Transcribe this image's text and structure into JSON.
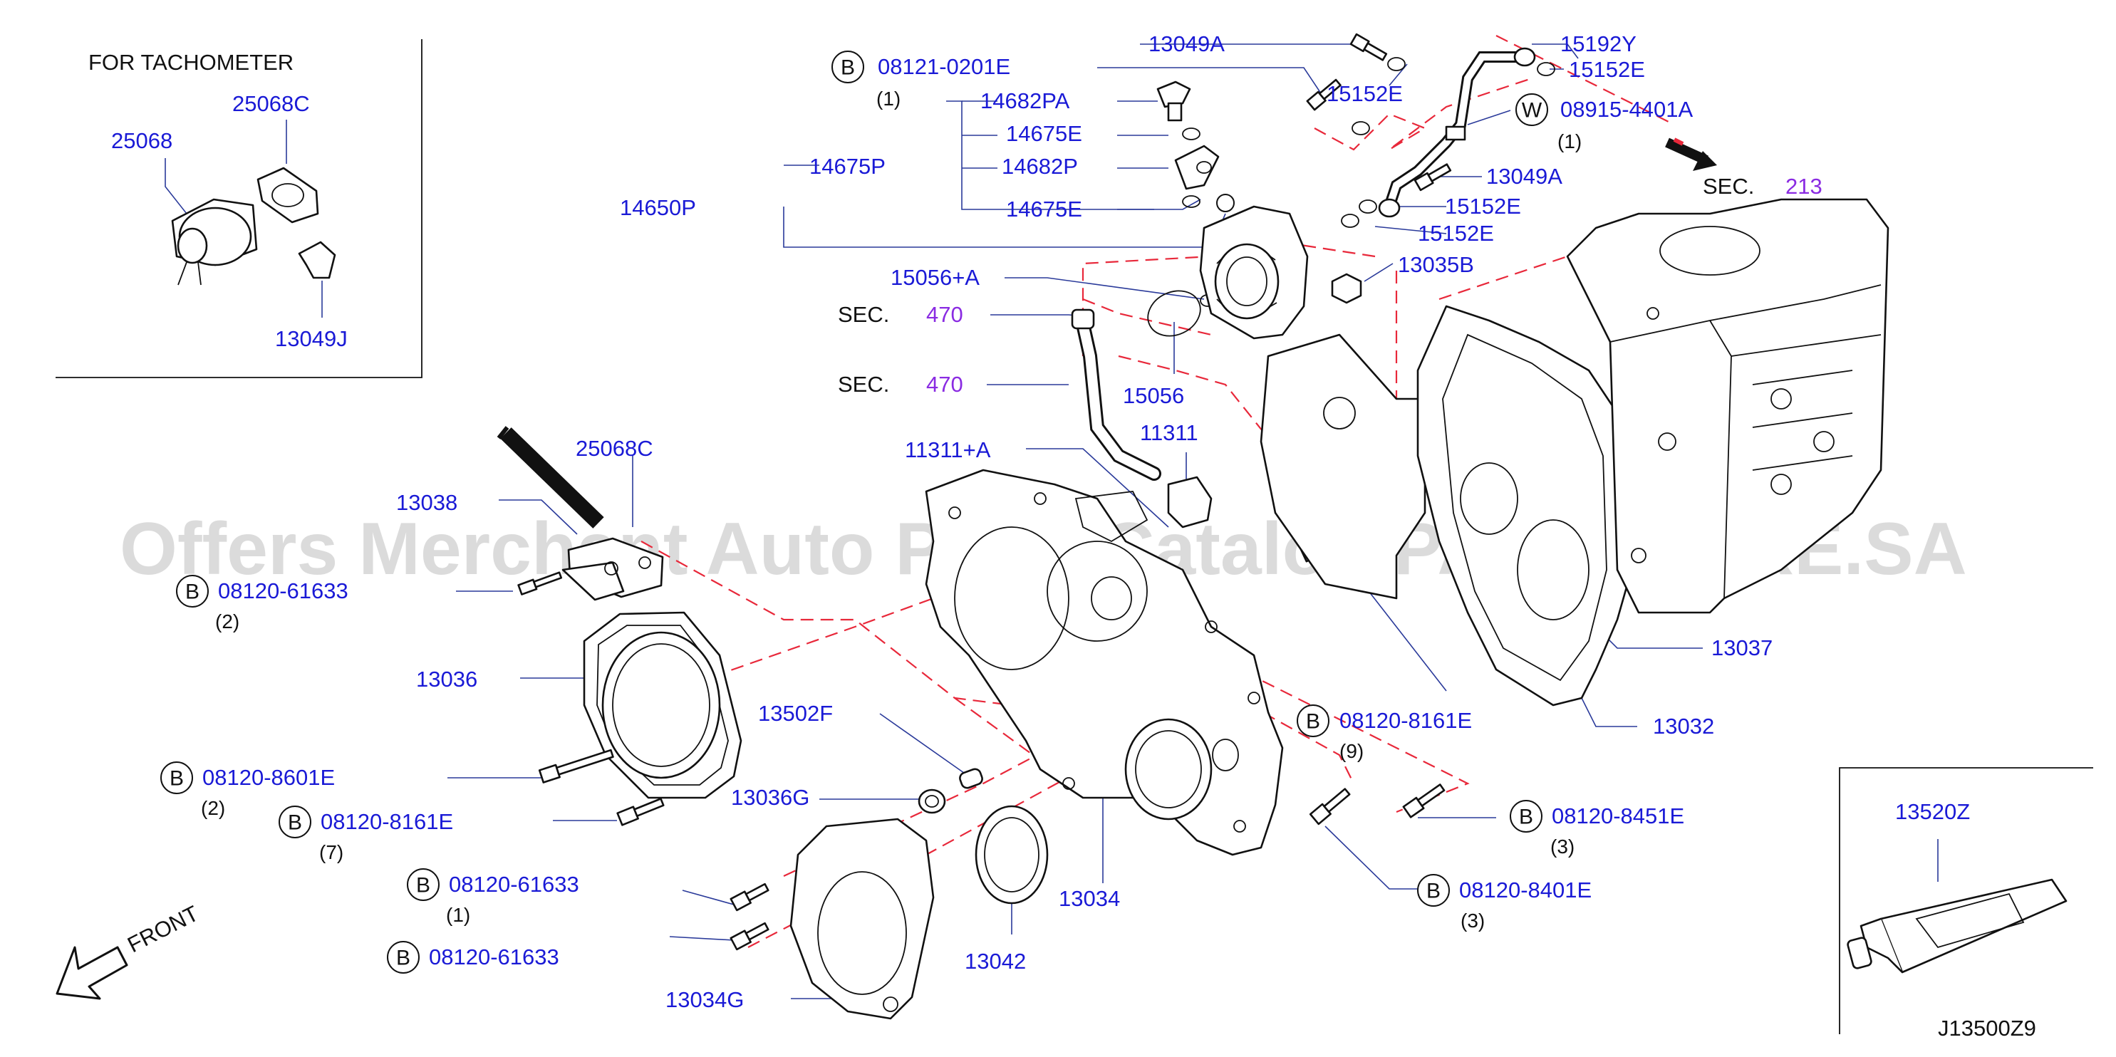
{
  "diagram": {
    "inset_tacho_title": "FOR  TACHOMETER",
    "watermark": "Offers Merchant Auto Parts Catalog PARTSTORE.SA",
    "diagram_id": "J13500Z9",
    "front_label": "FRONT",
    "sec_label": "SEC.",
    "parts": {
      "p25068": "25068",
      "p25068C_a": "25068C",
      "p13049J": "13049J",
      "p25068C_b": "25068C",
      "p13038": "13038",
      "p13036": "13036",
      "p13502F": "13502F",
      "p13036G": "13036G",
      "p13034G": "13034G",
      "p13042": "13042",
      "p13034": "13034",
      "p11311A": "11311+A",
      "p11311": "11311",
      "p15056A": "15056+A",
      "p15056": "15056",
      "p14650P": "14650P",
      "p14675P": "14675P",
      "p14682PA": "14682PA",
      "p14675E_a": "14675E",
      "p14682P": "14682P",
      "p14675E_b": "14675E",
      "p13049A_a": "13049A",
      "p15192Y": "15192Y",
      "p15152E_a": "15152E",
      "p15152E_b": "15152E",
      "p13049A_b": "13049A",
      "p15152E_c": "15152E",
      "p15152E_d": "15152E",
      "p13035B": "13035B",
      "p13037": "13037",
      "p13032": "13032",
      "p13520Z": "13520Z"
    },
    "secs": {
      "s470_a": "470",
      "s470_b": "470",
      "s213": "213"
    },
    "callouts": {
      "c08121": {
        "symbol": "B",
        "part": "08121-0201E",
        "qty": "(1)"
      },
      "c08915": {
        "symbol": "W",
        "part": "08915-4401A",
        "qty": "(1)"
      },
      "c61633_a": {
        "symbol": "B",
        "part": "08120-61633",
        "qty": "(2)"
      },
      "c8601E": {
        "symbol": "B",
        "part": "08120-8601E",
        "qty": "(2)"
      },
      "c8161E_a": {
        "symbol": "B",
        "part": "08120-8161E",
        "qty": "(7)"
      },
      "c61633_b": {
        "symbol": "B",
        "part": "08120-61633",
        "qty": "(1)"
      },
      "c61633_c": {
        "symbol": "B",
        "part": "08120-61633"
      },
      "c8161E_b": {
        "symbol": "B",
        "part": "08120-8161E",
        "qty": "(9)"
      },
      "c8451E": {
        "symbol": "B",
        "part": "08120-8451E",
        "qty": "(3)"
      },
      "c8401E": {
        "symbol": "B",
        "part": "08120-8401E",
        "qty": "(3)"
      }
    }
  }
}
